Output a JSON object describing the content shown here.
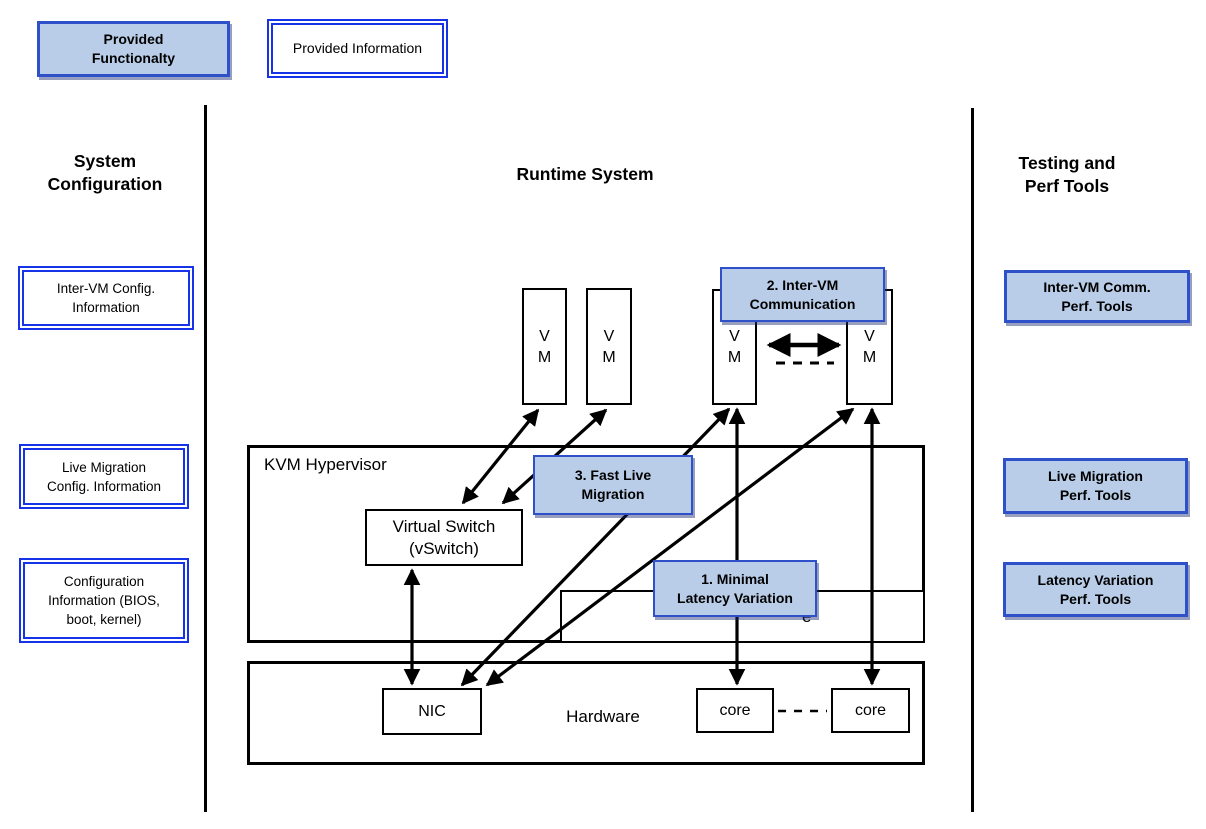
{
  "legend": {
    "functionality_label": "Provided\nFunctionalty",
    "information_label": "Provided Information"
  },
  "headings": {
    "left": "System\nConfiguration",
    "middle": "Runtime System",
    "right": "Testing and\nPerf Tools"
  },
  "system_configuration": {
    "boxes": [
      {
        "label": "Inter-VM Config.\nInformation"
      },
      {
        "label": "Live Migration\nConfig. Information"
      },
      {
        "label": "Configuration\nInformation (BIOS,\nboot, kernel)"
      }
    ]
  },
  "runtime_system": {
    "hypervisor_label": "KVM Hypervisor",
    "vswitch_label": "Virtual Switch\n(vSwitch)",
    "hardware_label": "Hardware",
    "nic_label": "NIC",
    "core1_label": "core",
    "core2_label": "core",
    "vm_label": "V\nM",
    "hidden_text_fragment": "e",
    "features": [
      {
        "label": "2. Inter-VM\nCommunication"
      },
      {
        "label": "3. Fast Live\nMigration"
      },
      {
        "label": "1. Minimal\nLatency Variation"
      }
    ]
  },
  "testing_perf_tools": {
    "boxes": [
      {
        "label": "Inter-VM Comm.\nPerf. Tools"
      },
      {
        "label": "Live Migration\nPerf. Tools"
      },
      {
        "label": "Latency Variation\nPerf. Tools"
      }
    ]
  },
  "colors": {
    "feature_fill": "#b9cde8",
    "feature_border": "#2e51c9",
    "info_border": "#1733e8",
    "line_color": "#000000"
  }
}
